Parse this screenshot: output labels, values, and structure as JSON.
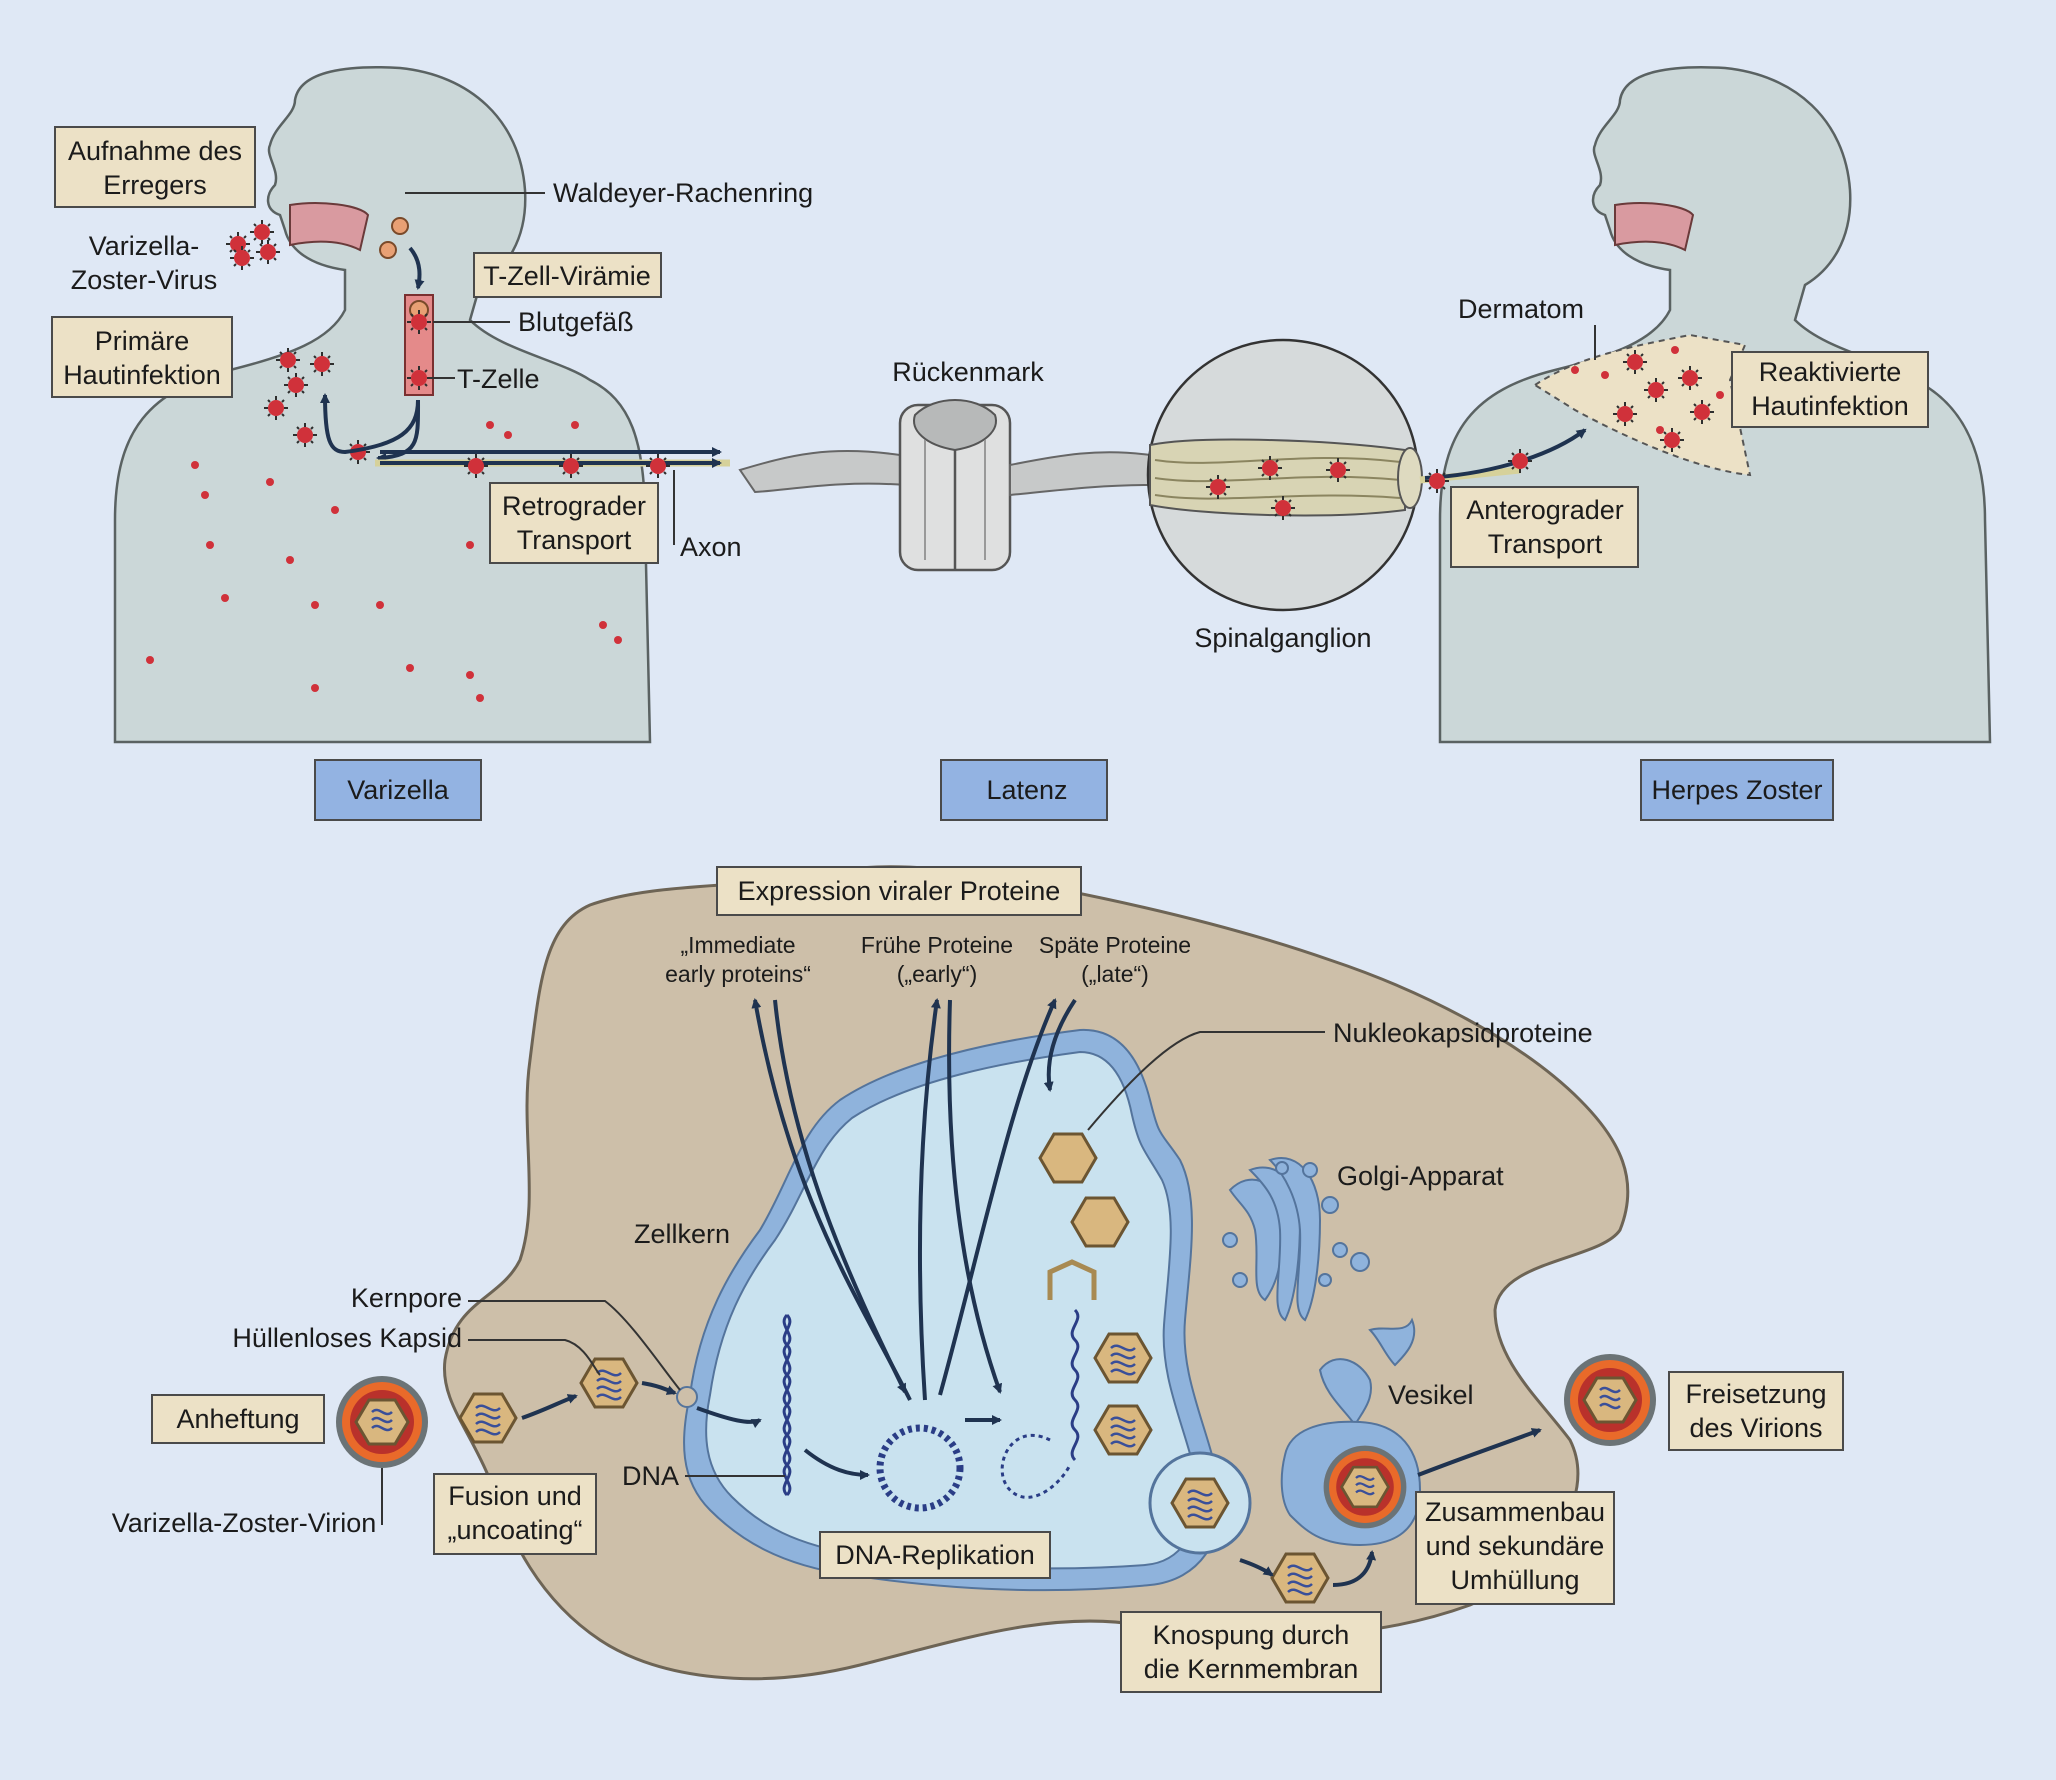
{
  "colors": {
    "background": "#dfe8f5",
    "label_box": "#ece1c6",
    "stage_box": "#93b3e2",
    "body": "#cbd7d8",
    "cell": "#cdbfa9",
    "nucleus": "#c9e2ef",
    "nuclear_membrane": "#8fb3dc",
    "virus_red": "#d0313a",
    "capsid": "#d9b77f"
  },
  "top": {
    "labels": {
      "aufnahme": [
        "Aufnahme des",
        "Erregers"
      ],
      "vzv": [
        "Varizella-",
        "Zoster-Virus"
      ],
      "waldeyer": "Waldeyer-Rachenring",
      "tzell_viraemie": "T-Zell-Virämie",
      "blutgefaess": "Blutgefäß",
      "primaere": [
        "Primäre",
        "Hautinfektion"
      ],
      "tzelle": "T-Zelle",
      "retrograder": [
        "Retrograder",
        "Transport"
      ],
      "axon": "Axon",
      "rueckenmark": "Rückenmark",
      "spinalganglion": "Spinalganglion",
      "dermatom": "Dermatom",
      "reaktivierte": [
        "Reaktivierte",
        "Hautinfektion"
      ],
      "anterograder": [
        "Anterograder",
        "Transport"
      ]
    },
    "stages": [
      "Varizella",
      "Latenz",
      "Herpes Zoster"
    ]
  },
  "bottom": {
    "labels": {
      "expression": "Expression viraler Proteine",
      "immediate": [
        "„Immediate",
        "early proteins“"
      ],
      "fruehe": [
        "Frühe Proteine",
        "(„early“)"
      ],
      "spaete": [
        "Späte Proteine",
        "(„late“)"
      ],
      "nukleokapsid": "Nukleokapsidproteine",
      "golgi": "Golgi-Apparat",
      "zellkern": "Zellkern",
      "kernpore": "Kernpore",
      "huellenlos": "Hüllenloses Kapsid",
      "anheftung": "Anheftung",
      "vesikel": "Vesikel",
      "freisetzung": [
        "Freisetzung",
        "des Virions"
      ],
      "dna": "DNA",
      "fusion": [
        "Fusion und",
        "„uncoating“"
      ],
      "dna_replikation": "DNA-Replikation",
      "vzv_virion": "Varizella-Zoster-Virion",
      "zusammenbau": [
        "Zusammenbau",
        "und sekundäre",
        "Umhüllung"
      ],
      "knospung": [
        "Knospung durch",
        "die Kernmembran"
      ]
    }
  }
}
